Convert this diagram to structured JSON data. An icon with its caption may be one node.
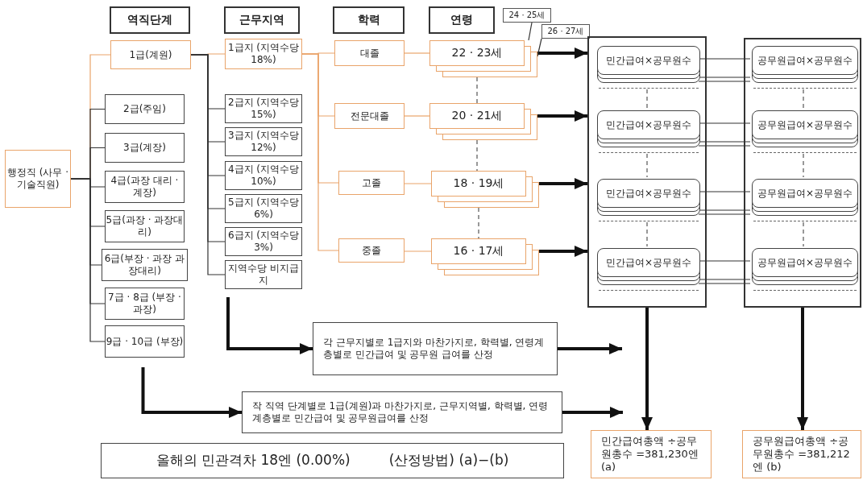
{
  "diagram": {
    "nodes": [
      {
        "text": [
          "역직단계"
        ]
      },
      {
        "text": [
          "근무지역"
        ]
      },
      {
        "text": [
          "학력"
        ]
      },
      {
        "text": [
          "연령"
        ]
      },
      {
        "text": [
          "행정직 (사무 · 기술직원)"
        ]
      },
      {
        "text": [
          "1급(계원)"
        ]
      },
      {
        "text": [
          "2급(주임)"
        ]
      },
      {
        "text": [
          "3급(계장)"
        ]
      },
      {
        "text": [
          "4급(과장 대리 · 계장)"
        ]
      },
      {
        "text": [
          "5급(과장 · 과장대리)"
        ]
      },
      {
        "text": [
          "6급(부장 · 과장 과장대리)"
        ]
      },
      {
        "text": [
          "7급 · 8급 (부장 · 과장)"
        ]
      },
      {
        "text": [
          "9급 · 10급 (부장)"
        ]
      },
      {
        "text": [
          "1급지 (지역수당 18%)"
        ]
      },
      {
        "text": [
          "2급지 (지역수당 15%)"
        ]
      },
      {
        "text": [
          "3급지 (지역수당 12%)"
        ]
      },
      {
        "text": [
          "4급지 (지역수당 10%)"
        ]
      },
      {
        "text": [
          "5급지 (지역수당 6%)"
        ]
      },
      {
        "text": [
          "6급지 (지역수당 3%)"
        ]
      },
      {
        "text": [
          "지역수당 비지급지"
        ]
      },
      {
        "text": [
          "대졸"
        ]
      },
      {
        "text": [
          "전문대졸"
        ]
      },
      {
        "text": [
          "고졸"
        ]
      },
      {
        "text": [
          "중졸"
        ]
      },
      {
        "text": [
          "22 · 23세"
        ]
      },
      {
        "text": [
          "20 · 21세"
        ]
      },
      {
        "text": [
          "18 · 19세"
        ]
      },
      {
        "text": [
          "16 · 17세"
        ]
      },
      {
        "text": [
          "24 · 25세"
        ]
      },
      {
        "text": [
          "26 · 27세"
        ]
      },
      {
        "text": [],
        "shape": "box"
      },
      {
        "text": [
          "민간급여×공무원수"
        ],
        "in": 30
      },
      {
        "text": [
          "민간급여×공무원수"
        ],
        "in": 30
      },
      {
        "text": [
          "민간급여×공무원수"
        ],
        "in": 30
      },
      {
        "text": [
          "민간급여×공무원수"
        ],
        "in": 30
      },
      {
        "text": [],
        "shape": "box"
      },
      {
        "text": [
          "공무원급여×공무원수"
        ],
        "in": 35
      },
      {
        "text": [
          "공무원급여×공무원수"
        ],
        "in": 35
      },
      {
        "text": [
          "공무원급여×공무원수"
        ],
        "in": 35
      },
      {
        "text": [
          "공무원급여×공무원수"
        ],
        "in": 35
      },
      {
        "text": [
          "각 근무지별로 1급지와 마찬가지로, 학력별, 연령계층별로 민간급여 및 공무원 급여를 산정"
        ]
      },
      {
        "text": [
          "작 직역 단계별로 1급(계원)과 마찬가지로, 근무지역별, 학력별, 연령계층별로 민간급여 및 공무원급여를 산정"
        ]
      },
      {
        "text": [
          "민간급여총액 ÷공무원총수 =381,230엔 (a)"
        ]
      },
      {
        "text": [
          "공무원급여총액 ÷공무원총수 =381,212엔 (b)"
        ]
      },
      {
        "text": [
          "올해의 민관격차 18엔 (0.00%)",
          "(산정방법) (a)−(b)"
        ]
      }
    ],
    "edges": [
      {
        "from": 4,
        "to": 5,
        "arrow": "none",
        "color": "#e9a46a"
      },
      {
        "from": 4,
        "to": 6,
        "arrow": "none"
      },
      {
        "from": 4,
        "to": 7,
        "arrow": "none"
      },
      {
        "from": 4,
        "to": 8,
        "arrow": "none"
      },
      {
        "from": 4,
        "to": 9,
        "arrow": "none"
      },
      {
        "from": 4,
        "to": 10,
        "arrow": "none"
      },
      {
        "from": 4,
        "to": 11,
        "arrow": "none"
      },
      {
        "from": 4,
        "to": 12,
        "arrow": "none"
      },
      {
        "from": 5,
        "to": 13,
        "arrow": "none",
        "color": "#e9a46a"
      },
      {
        "from": 5,
        "to": 14,
        "arrow": "none"
      },
      {
        "from": 5,
        "to": 15,
        "arrow": "none"
      },
      {
        "from": 5,
        "to": 16,
        "arrow": "none"
      },
      {
        "from": 5,
        "to": 17,
        "arrow": "none"
      },
      {
        "from": 5,
        "to": 18,
        "arrow": "none"
      },
      {
        "from": 5,
        "to": 19,
        "arrow": "none"
      },
      {
        "from": 13,
        "to": 20,
        "arrow": "none",
        "color": "#e9a46a"
      },
      {
        "from": 13,
        "to": 21,
        "arrow": "none",
        "color": "#e9a46a"
      },
      {
        "from": 13,
        "to": 22,
        "arrow": "none",
        "color": "#e9a46a"
      },
      {
        "from": 13,
        "to": 23,
        "arrow": "none",
        "color": "#e9a46a"
      },
      {
        "from": 20,
        "to": 24,
        "arrow": "none",
        "color": "#e9a46a"
      },
      {
        "from": 21,
        "to": 25,
        "arrow": "none",
        "color": "#e9a46a"
      },
      {
        "from": 22,
        "to": 26,
        "arrow": "none",
        "color": "#e9a46a"
      },
      {
        "from": 23,
        "to": 27,
        "arrow": "none",
        "color": "#e9a46a"
      },
      {
        "from": 24,
        "to": 25,
        "arrow": "none",
        "style": "dashed"
      },
      {
        "from": 25,
        "to": 26,
        "arrow": "none",
        "style": "dashed"
      },
      {
        "from": 26,
        "to": 27,
        "arrow": "none",
        "style": "dashed"
      },
      {
        "from": 24,
        "to": 30,
        "arrow": "to",
        "style": "thick"
      },
      {
        "from": 25,
        "to": 30,
        "arrow": "to",
        "style": "thick"
      },
      {
        "from": 26,
        "to": 30,
        "arrow": "to",
        "style": "thick"
      },
      {
        "from": 27,
        "to": 30,
        "arrow": "to",
        "style": "thick"
      },
      {
        "from": 31,
        "to": 36,
        "arrow": "none"
      },
      {
        "from": 32,
        "to": 37,
        "arrow": "none"
      },
      {
        "from": 33,
        "to": 38,
        "arrow": "none"
      },
      {
        "from": 34,
        "to": 39,
        "arrow": "none"
      },
      {
        "from": 31,
        "to": 32,
        "arrow": "none",
        "style": "dashed"
      },
      {
        "from": 32,
        "to": 33,
        "arrow": "none",
        "style": "dashed"
      },
      {
        "from": 33,
        "to": 34,
        "arrow": "none",
        "style": "dashed"
      },
      {
        "from": 36,
        "to": 37,
        "arrow": "none",
        "style": "dashed"
      },
      {
        "from": 37,
        "to": 38,
        "arrow": "none",
        "style": "dashed"
      },
      {
        "from": 38,
        "to": 39,
        "arrow": "none",
        "style": "dashed"
      },
      {
        "from": 30,
        "to": 42,
        "arrow": "to",
        "style": "thick"
      },
      {
        "from": 35,
        "to": 43,
        "arrow": "to",
        "style": "thick"
      },
      {
        "from": 19,
        "to": 40,
        "arrow": "to",
        "style": "thick"
      },
      {
        "from": 12,
        "to": 41,
        "arrow": "to",
        "style": "thick"
      },
      {
        "from": 40,
        "to": null,
        "arrow": "to",
        "style": "thick"
      },
      {
        "from": 41,
        "to": 42,
        "arrow": "to",
        "style": "thick"
      },
      {
        "from": 28,
        "to": 24,
        "arrow": "none"
      },
      {
        "from": 29,
        "to": 24,
        "arrow": "none"
      }
    ]
  }
}
